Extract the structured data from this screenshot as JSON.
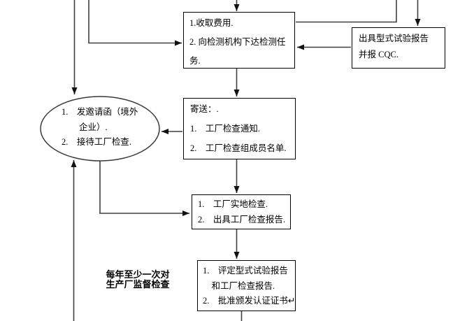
{
  "colors": {
    "background": "#ffffff",
    "connector_line": "#3f3f3f",
    "box_border": "#000000",
    "text": "#000000"
  },
  "nodes": {
    "fees": {
      "lines": [
        "1.收取费用.",
        "2. 向检测机构下达检测任",
        "务."
      ]
    },
    "report": {
      "lines": [
        "出具型式试验报告",
        "并报 CQC."
      ]
    },
    "send": {
      "lines": [
        "寄送：.",
        "1.　工厂检查通知.",
        "2.　工厂检查组成员名单."
      ]
    },
    "invite": {
      "lines": [
        "1.　发邀请函（境外",
        "　　企业）.",
        "2.　接待工厂检查."
      ]
    },
    "site": {
      "lines": [
        "1.　工厂实地检查.",
        "2.　出具工厂检查报告."
      ]
    },
    "evaluate": {
      "lines": [
        "1.　评定型式试验报告",
        "　和工厂检查报告.",
        "2.　批准颁发认证证书↵"
      ]
    },
    "annual": {
      "lines": [
        "每年至少一次对",
        "生产厂监督检查"
      ]
    }
  }
}
